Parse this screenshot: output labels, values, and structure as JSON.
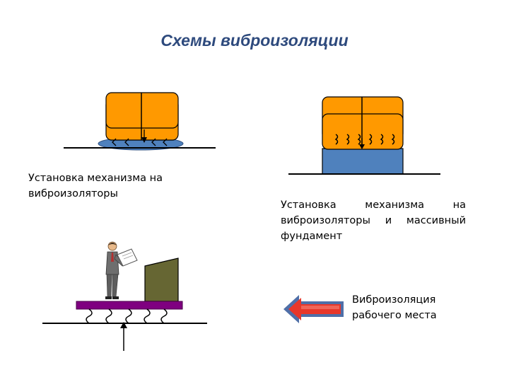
{
  "title": "Схемы виброизоляции",
  "captions": {
    "scheme1": "Установка механизма на виброизоляторы",
    "scheme2": "Установка механизма на виброизоляторы и массивный фундамент",
    "scheme3": "Виброизоляция рабочего места"
  },
  "colors": {
    "title": "#2e4a7d",
    "machine": "#ff9900",
    "foundation": "#4f81bd",
    "platform": "#7f0080",
    "cabinet": "#666633",
    "arrow": "#e8372a",
    "arrow_border": "#4f6fa8"
  }
}
